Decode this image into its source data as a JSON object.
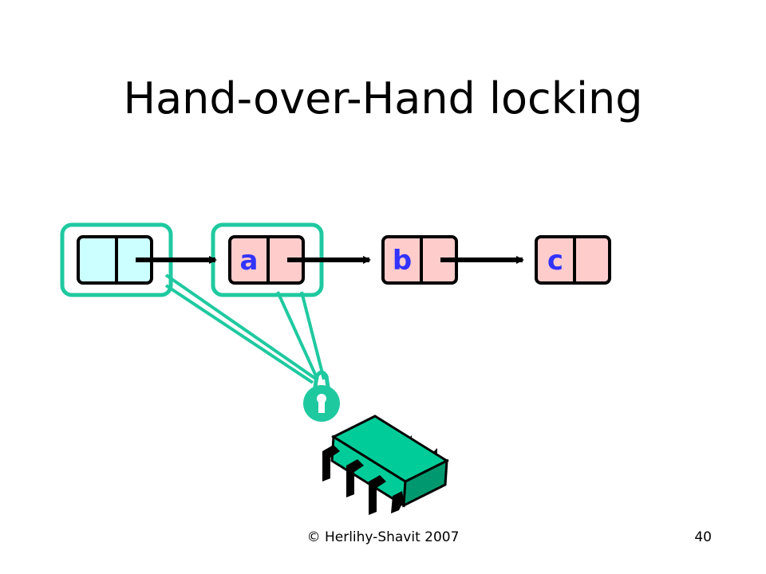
{
  "slide": {
    "title": "Hand-over-Hand locking",
    "footer": "© Herlihy-Shavit 2007",
    "page_number": "40"
  },
  "list": {
    "nodes": [
      {
        "label": "",
        "kind": "sentinel"
      },
      {
        "label": "a",
        "kind": "node"
      },
      {
        "label": "b",
        "kind": "node"
      },
      {
        "label": "c",
        "kind": "node"
      }
    ],
    "locked_node_indices": [
      0,
      1
    ]
  },
  "icons": [
    "lock-icon",
    "processor-chip-icon"
  ],
  "colors": {
    "sentinel_fill": "#ccffff",
    "node_fill": "#ffcccc",
    "label": "#3333ff",
    "lock_highlight": "#1fc9a0",
    "chip": "#00cc99"
  }
}
